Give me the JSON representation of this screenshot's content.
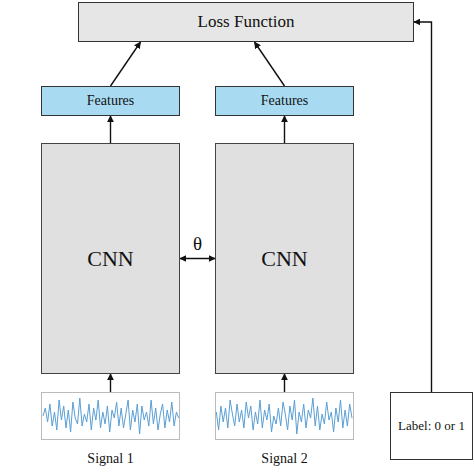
{
  "diagram": {
    "nodes": [
      {
        "text": [
          "Loss Function"
        ]
      },
      {
        "text": [
          "Features"
        ]
      },
      {
        "text": [
          "Features"
        ]
      },
      {
        "text": [
          "CNN"
        ]
      },
      {
        "text": [
          "CNN"
        ]
      },
      {
        "text": [
          "Signal 1"
        ]
      },
      {
        "text": [
          "Signal 2"
        ]
      },
      {
        "text": [
          "Label: 0 or 1"
        ]
      }
    ],
    "edges": [
      {
        "from": 5,
        "to": 3,
        "arrow": "to"
      },
      {
        "from": 6,
        "to": 4,
        "arrow": "to"
      },
      {
        "from": 3,
        "to": 1,
        "arrow": "to"
      },
      {
        "from": 4,
        "to": 2,
        "arrow": "to"
      },
      {
        "from": 1,
        "to": 0,
        "arrow": "to"
      },
      {
        "from": 2,
        "to": 0,
        "arrow": "to"
      },
      {
        "from": 3,
        "to": 4,
        "label": "θ",
        "arrow": "both"
      },
      {
        "from": 7,
        "to": 0,
        "arrow": "to"
      }
    ]
  }
}
